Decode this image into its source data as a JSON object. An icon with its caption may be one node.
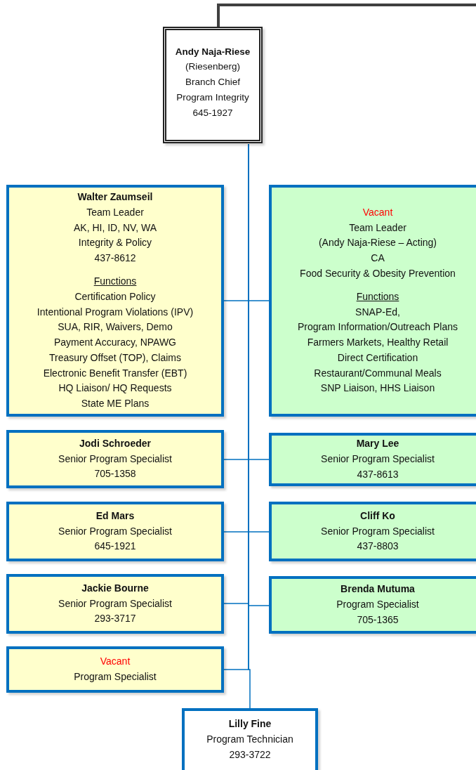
{
  "diagram": {
    "nodes": [
      {
        "text": [
          "Andy Naja-Riese",
          "(Riesenberg)",
          "Branch Chief",
          "Program Integrity",
          "645-1927"
        ]
      },
      {
        "text": [
          "Walter Zaumseil",
          "Team Leader",
          "AK, HI, ID, NV, WA",
          "Integrity & Policy",
          "437-8612",
          "Functions",
          "Certification Policy",
          "Intentional Program Violations (IPV)",
          "SUA, RIR, Waivers, Demo",
          "Payment Accuracy, NPAWG",
          "Treasury Offset (TOP), Claims",
          "Electronic Benefit Transfer (EBT)",
          "HQ Liaison/ HQ Requests",
          "State ME Plans"
        ]
      },
      {
        "text": [
          "Vacant",
          "Team Leader",
          "(Andy Naja-Riese – Acting)",
          "CA",
          "Food Security & Obesity Prevention",
          "Functions",
          "SNAP-Ed,",
          "Program Information/Outreach Plans",
          "Farmers Markets, Healthy Retail",
          "Direct Certification",
          "Restaurant/Communal Meals",
          "SNP Liaison, HHS Liaison"
        ]
      },
      {
        "text": [
          "Jodi Schroeder",
          "Senior Program Specialist",
          "705-1358"
        ]
      },
      {
        "text": [
          "Mary Lee",
          "Senior Program Specialist",
          "437-8613"
        ]
      },
      {
        "text": [
          "Ed Mars",
          "Senior Program Specialist",
          "645-1921"
        ]
      },
      {
        "text": [
          "Cliff Ko",
          "Senior Program Specialist",
          "437-8803"
        ]
      },
      {
        "text": [
          "Jackie Bourne",
          "Senior Program Specialist",
          "293-3717"
        ]
      },
      {
        "text": [
          "Brenda Mutuma",
          "Program Specialist",
          "705-1365"
        ]
      },
      {
        "text": [
          "Vacant",
          "Program Specialist"
        ]
      },
      {
        "text": [
          "Lilly Fine",
          "Program Technician",
          "293-3722"
        ]
      }
    ],
    "edges": [
      {
        "from": 0,
        "to": null,
        "arrow": "none",
        "style": "thick",
        "color": "#404040"
      },
      {
        "from": 0,
        "to": 1,
        "arrow": "none"
      },
      {
        "from": 0,
        "to": 2,
        "arrow": "none"
      },
      {
        "from": 0,
        "to": 3,
        "arrow": "none"
      },
      {
        "from": 0,
        "to": 4,
        "arrow": "none"
      },
      {
        "from": 0,
        "to": 5,
        "arrow": "none"
      },
      {
        "from": 0,
        "to": 6,
        "arrow": "none"
      },
      {
        "from": 0,
        "to": 7,
        "arrow": "none"
      },
      {
        "from": 0,
        "to": 8,
        "arrow": "none"
      },
      {
        "from": 0,
        "to": 9,
        "arrow": "none"
      },
      {
        "from": 0,
        "to": 10,
        "arrow": "none"
      }
    ]
  }
}
